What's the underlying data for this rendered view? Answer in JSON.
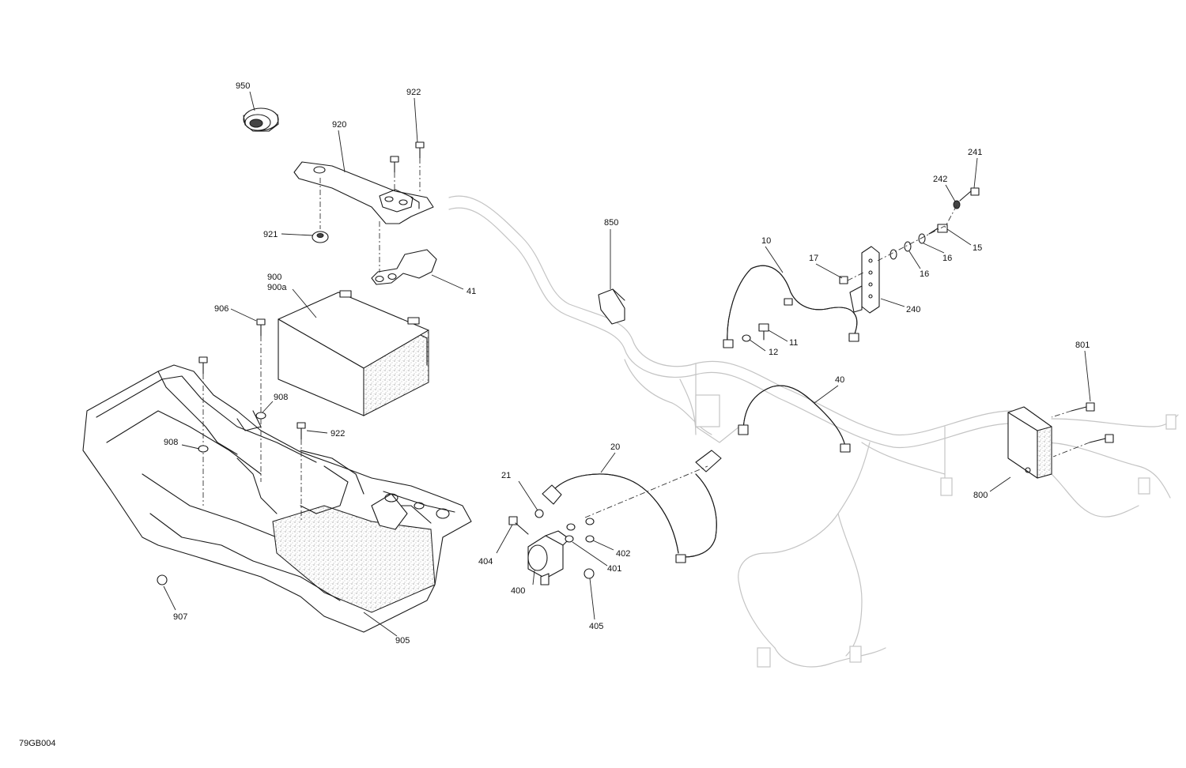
{
  "drawing_code": "79GB004",
  "callouts": [
    {
      "id": "c950",
      "label": "950"
    },
    {
      "id": "c922a",
      "label": "922"
    },
    {
      "id": "c920",
      "label": "920"
    },
    {
      "id": "c921",
      "label": "921"
    },
    {
      "id": "c41",
      "label": "41"
    },
    {
      "id": "c900",
      "label": "900"
    },
    {
      "id": "c900a",
      "label": "900a"
    },
    {
      "id": "c906",
      "label": "906"
    },
    {
      "id": "c908a",
      "label": "908"
    },
    {
      "id": "c922b",
      "label": "922"
    },
    {
      "id": "c908b",
      "label": "908"
    },
    {
      "id": "c907",
      "label": "907"
    },
    {
      "id": "c905",
      "label": "905"
    },
    {
      "id": "c850",
      "label": "850"
    },
    {
      "id": "c241",
      "label": "241"
    },
    {
      "id": "c242",
      "label": "242"
    },
    {
      "id": "c10",
      "label": "10"
    },
    {
      "id": "c17",
      "label": "17"
    },
    {
      "id": "c16a",
      "label": "16"
    },
    {
      "id": "c16b",
      "label": "16"
    },
    {
      "id": "c15",
      "label": "15"
    },
    {
      "id": "c240",
      "label": "240"
    },
    {
      "id": "c11",
      "label": "11"
    },
    {
      "id": "c12",
      "label": "12"
    },
    {
      "id": "c801",
      "label": "801"
    },
    {
      "id": "c40",
      "label": "40"
    },
    {
      "id": "c800",
      "label": "800"
    },
    {
      "id": "c20",
      "label": "20"
    },
    {
      "id": "c21",
      "label": "21"
    },
    {
      "id": "c404",
      "label": "404"
    },
    {
      "id": "c402",
      "label": "402"
    },
    {
      "id": "c401",
      "label": "401"
    },
    {
      "id": "c400",
      "label": "400"
    },
    {
      "id": "c405",
      "label": "405"
    }
  ]
}
